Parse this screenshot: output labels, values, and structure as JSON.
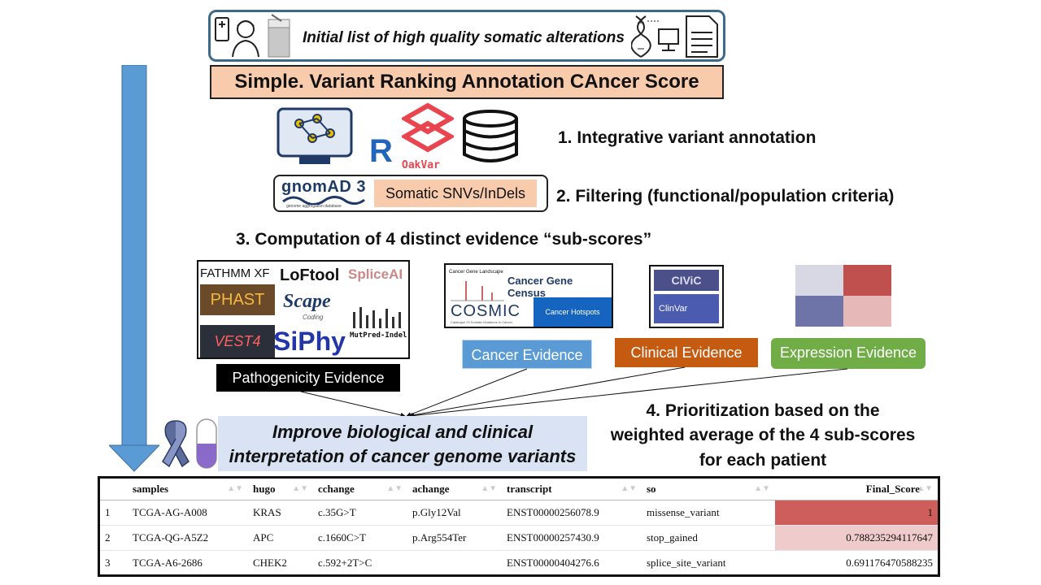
{
  "header": {
    "initial_list": "Initial list of high quality somatic alterations"
  },
  "title": "Simple. Variant Ranking Annotation CAncer Score",
  "steps": {
    "s1": "1. Integrative variant annotation",
    "s2": "2. Filtering (functional/population criteria)",
    "s3": "3. Computation of 4 distinct evidence “sub-scores”",
    "s4_line1": "4. Prioritization based on the",
    "s4_line2": "weighted average of the 4 sub-scores",
    "s4_line3": "for each patient"
  },
  "tools": {
    "oakvar": "OakVar",
    "gnomad": "gnomAD 3",
    "gnomad_sub": "genome aggregation database",
    "somatic": "Somatic SNVs/InDels"
  },
  "patho_logos": {
    "fathmm": "FATHMM XF",
    "loftool": "LoFtool",
    "spliceai": "SpliceAI",
    "phast": "PHAST",
    "scape": "Scape",
    "scape_sub": "Coding",
    "vest": "VEST4",
    "siphy": "SiPhy",
    "mutpred": "MutPred-Indel"
  },
  "cancer_logos": {
    "cgl": "Cancer Gene Landscape",
    "census": "Cancer Gene Census",
    "cosmic": "COSMIC",
    "cosmic_sub": "Catalogue Of Somatic Mutations In Cancer",
    "hotspots": "Cancer Hotspots"
  },
  "clinical_logos": {
    "civic": "CIViC",
    "clinvar": "ClinVar"
  },
  "evidence": {
    "pathogenicity": "Pathogenicity Evidence",
    "cancer": "Cancer Evidence",
    "clinical": "Clinical Evidence",
    "expression": "Expression Evidence"
  },
  "colors": {
    "cancer": "#5b9bd5",
    "clinical": "#c55a11",
    "expression": "#70ad47",
    "pathogenicity": "#000000",
    "arrow": "#5b9bd5",
    "heat_dark": "#c0504d",
    "heat_light": "#e6b9b8"
  },
  "improve": {
    "line1": "Improve biological and clinical",
    "line2": "interpretation of cancer genome variants"
  },
  "table": {
    "columns": [
      "",
      "samples",
      "hugo",
      "cchange",
      "achange",
      "transcript",
      "so",
      "Final_Score"
    ],
    "rows": [
      {
        "idx": "1",
        "samples": "TCGA-AG-A008",
        "hugo": "KRAS",
        "cchange": "c.35G>T",
        "achange": "p.Gly12Val",
        "transcript": "ENST00000256078.9",
        "so": "missense_variant",
        "score": "1",
        "score_value": 1.0
      },
      {
        "idx": "2",
        "samples": "TCGA-QG-A5Z2",
        "hugo": "APC",
        "cchange": "c.1660C>T",
        "achange": "p.Arg554Ter",
        "transcript": "ENST00000257430.9",
        "so": "stop_gained",
        "score": "0.788235294117647",
        "score_value": 0.788235294117647
      },
      {
        "idx": "3",
        "samples": "TCGA-A6-2686",
        "hugo": "CHEK2",
        "cchange": "c.592+2T>C",
        "achange": "",
        "transcript": "ENST00000404276.6",
        "so": "splice_site_variant",
        "score": "0.691176470588235",
        "score_value": 0.691176470588235
      }
    ]
  }
}
